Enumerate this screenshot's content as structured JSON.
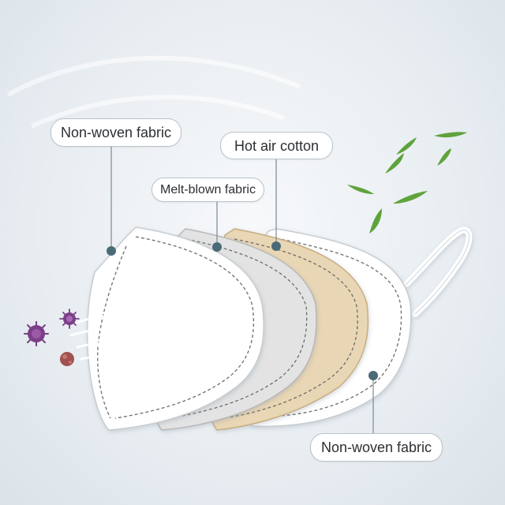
{
  "labels": {
    "outer_layer": "Non-woven fabric",
    "hot_air_layer": "Hot air cotton",
    "meltblown_layer": "Melt-blown fabric",
    "inner_layer": "Non-woven fabric"
  },
  "colors": {
    "background": "#e6ecf0",
    "outer_layer": "#ffffff",
    "meltblown_layer": "#e3e3e3",
    "hot_air_layer": "#e9d6b4",
    "inner_layer": "#ffffff",
    "pointer": "#4b6a78",
    "leaf": "#5ea33c",
    "virus": "#7b3f88"
  },
  "icons": [
    "virus-icon",
    "leaf-icon",
    "air-flow-icon",
    "ear-loop-icon"
  ]
}
